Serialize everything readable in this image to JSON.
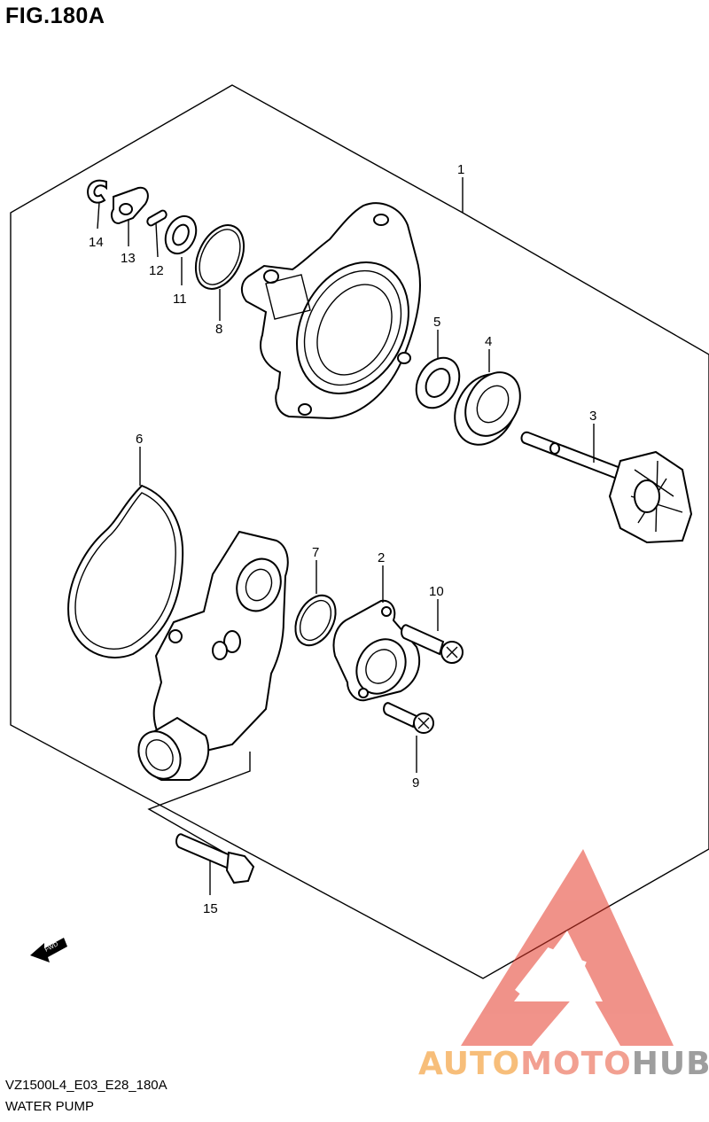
{
  "figure": {
    "title": "FIG.180A",
    "code": "VZ1500L4_E03_E28_180A",
    "name": "WATER PUMP"
  },
  "callouts": [
    "1",
    "2",
    "3",
    "4",
    "5",
    "6",
    "7",
    "8",
    "9",
    "10",
    "11",
    "12",
    "13",
    "14",
    "15"
  ],
  "direction_badge": "FWD",
  "logo": {
    "part1": "AUTO",
    "part2": "MOTO",
    "part3": "HUB",
    "colors": {
      "triangle": "#e53a2a",
      "auto": "#f7be7a",
      "moto": "#f2a091",
      "hub": "#9e9e9e"
    }
  }
}
